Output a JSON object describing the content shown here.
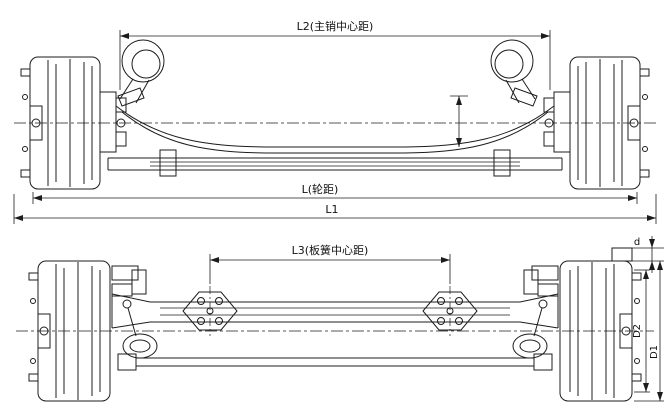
{
  "colors": {
    "line_color": "#1c1c1c",
    "background": "#ffffff"
  },
  "labels": {
    "l2": "L2(主销中心距)",
    "track": "L(轮距)",
    "l1": "L1",
    "l3": "L3(板簧中心距)",
    "d": "d",
    "d1": "D1",
    "d2": "D2"
  }
}
